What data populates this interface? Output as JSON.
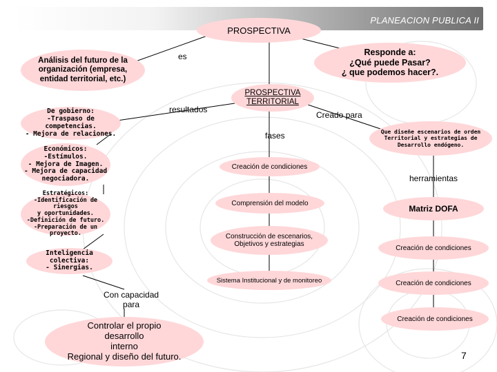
{
  "header": {
    "title": "PLANEACION PUBLICA II"
  },
  "nodes": {
    "prospectiva": "PROSPECTIVA",
    "analisis": "Análisis del futuro de la\norganización (empresa,\nentidad territorial, etc.)",
    "responde": "Responde a:\n¿Qué puede Pasar?\n¿ que podemos hacer?.",
    "prospectiva_territorial": "PROSPECTIVA\nTERRITORIAL",
    "gobierno": "De gobierno:\n-Traspaso de competencias.\n- Mejora de relaciones.",
    "economicos": "Económicos:\n-Estímulos.\n- Mejora de Imagen.\n- Mejora de capacidad\nnegociadora.",
    "estrategicos": "Estratégicos:\n-Identificación de riesgos\ny oportunidades.\n-Definición de futuro.\n-Preparación de un proyecto.",
    "inteligencia": "Inteligencia colectiva:\n- Sinergias.",
    "que_disene": "Que diseñe escenarios de orden\nTerritorial y estrategias de\nDesarrollo endógeno.",
    "creacion_condiciones_fase": "Creación de condiciones",
    "comprension_modelo": "Comprensión del modelo",
    "construccion": "Construcción de escenarios,\nObjetivos y estrategias",
    "sistema": "Sistema Institucional y de monitoreo",
    "matriz": "Matriz DOFA",
    "herr_1": "Creación de condiciones",
    "herr_2": "Creación de condiciones",
    "herr_3": "Creación de condiciones",
    "controlar": "Controlar el propio\ndesarrollo\ninterno\nRegional y diseño del futuro."
  },
  "labels": {
    "es": "es",
    "resultados": "resultados",
    "creado_para": "Creado para",
    "fases": "fases",
    "herramientas": "herramientas",
    "con_capacidad": "Con capacidad\npara"
  },
  "page_number": "7"
}
